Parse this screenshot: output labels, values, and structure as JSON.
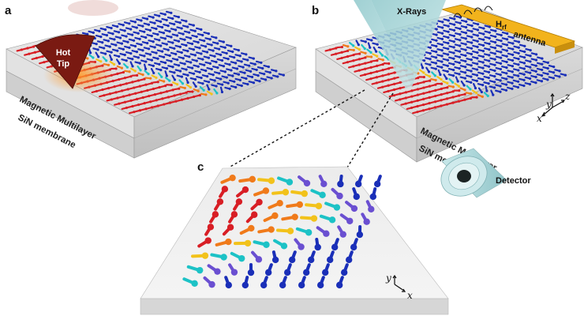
{
  "panels": {
    "a": {
      "letter": "a",
      "top_layer_label": "Magnetic Multilayer",
      "bottom_layer_label": "SiN membrane",
      "tip_label_line1": "Hot",
      "tip_label_line2": "Tip"
    },
    "b": {
      "letter": "b",
      "top_layer_label": "Magnetic Multilayer",
      "bottom_layer_label": "SiN membrane",
      "xray_label": "X-Rays",
      "field_label": "H",
      "field_subscript": "rf",
      "antenna_label": "antenna",
      "detector_label": "Detector",
      "axes": {
        "y": "y",
        "z": "z",
        "x": "x"
      }
    },
    "c": {
      "letter": "c",
      "axes": {
        "y": "y",
        "x": "x"
      }
    }
  },
  "colors": {
    "domain_left": "#d81e25",
    "domain_right": "#1a2fb8",
    "wall_orange": "#f07a1a",
    "wall_yellow": "#f2c21b",
    "wall_cyan": "#1cc2c6",
    "wall_purple": "#6a4fd1",
    "tip": "#7a1a12",
    "antenna": "#f2b31c",
    "xray_beam": "#9fcfd1",
    "detector": "#b9dfe2"
  },
  "icons": [
    "hot-tip-cone-icon",
    "xray-beam-icon",
    "antenna-icon",
    "detector-icon",
    "axis-triad-icon"
  ]
}
